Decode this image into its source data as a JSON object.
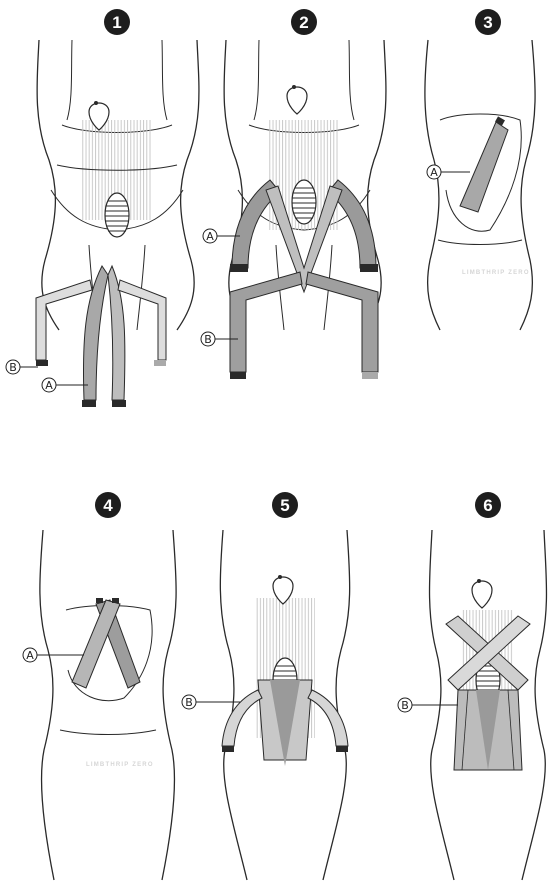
{
  "steps": [
    {
      "number": "1",
      "callouts": [
        "B",
        "A"
      ]
    },
    {
      "number": "2",
      "callouts": [
        "A",
        "B"
      ]
    },
    {
      "number": "3",
      "callouts": [
        "A"
      ]
    },
    {
      "number": "4",
      "callouts": [
        "A"
      ]
    },
    {
      "number": "5",
      "callouts": [
        "B"
      ]
    },
    {
      "number": "6",
      "callouts": [
        "B"
      ]
    }
  ],
  "watermark": "LIMBTHRIP ZERO",
  "colors": {
    "outline": "#2a2a2a",
    "badge": "#1e1e1e",
    "tape_light": "#d9d9d9",
    "tape_mid": "#b5b5b5",
    "tape_dark": "#8f8f8f",
    "hatch": "#c7c7c7"
  }
}
